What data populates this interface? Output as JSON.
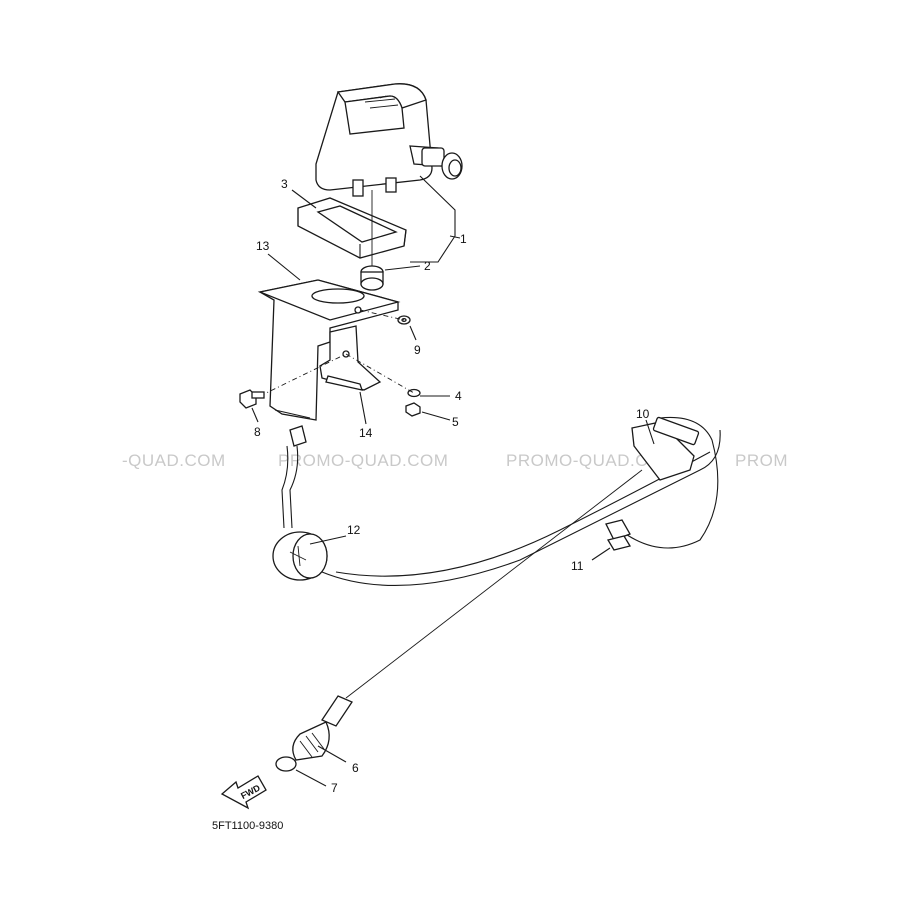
{
  "watermark": {
    "segments": [
      "-QUAD.COM",
      "PROMO-QUAD.COM",
      "PROMO-QUAD.COM",
      "PROM"
    ]
  },
  "callouts": {
    "c1": "1",
    "c2": "2",
    "c3": "3",
    "c4": "4",
    "c5": "5",
    "c6": "6",
    "c7": "7",
    "c8": "8",
    "c9": "9",
    "c10": "10",
    "c11": "11",
    "c12": "12",
    "c13": "13",
    "c14": "14"
  },
  "fwd_arrow": {
    "label": "FWD"
  },
  "diagram_code": "5FT1100-9380"
}
